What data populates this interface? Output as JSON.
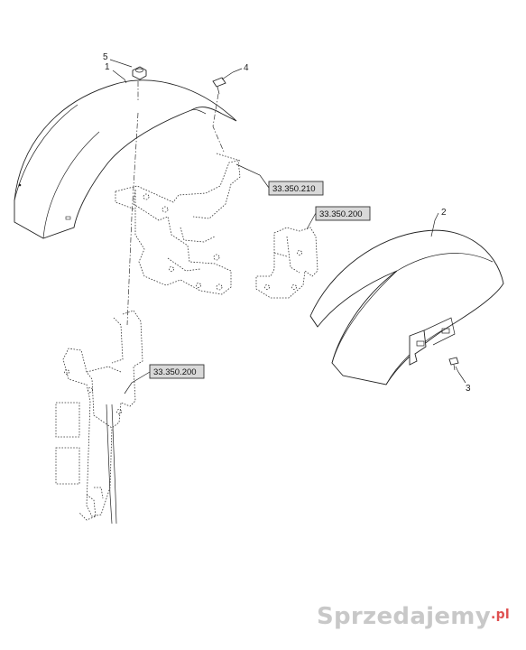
{
  "callouts": {
    "c1": "1",
    "c2": "2",
    "c3": "3",
    "c4": "4",
    "c5": "5"
  },
  "refs": {
    "r1": "33.350.210",
    "r2": "33.350.200",
    "r3": "33.350.200"
  },
  "watermark": {
    "brand": "Sprzedajemy",
    "suffix": ".pl"
  },
  "colors": {
    "line": "#222222",
    "refbox_fill": "#d9d9d9",
    "refbox_stroke": "#333333"
  }
}
